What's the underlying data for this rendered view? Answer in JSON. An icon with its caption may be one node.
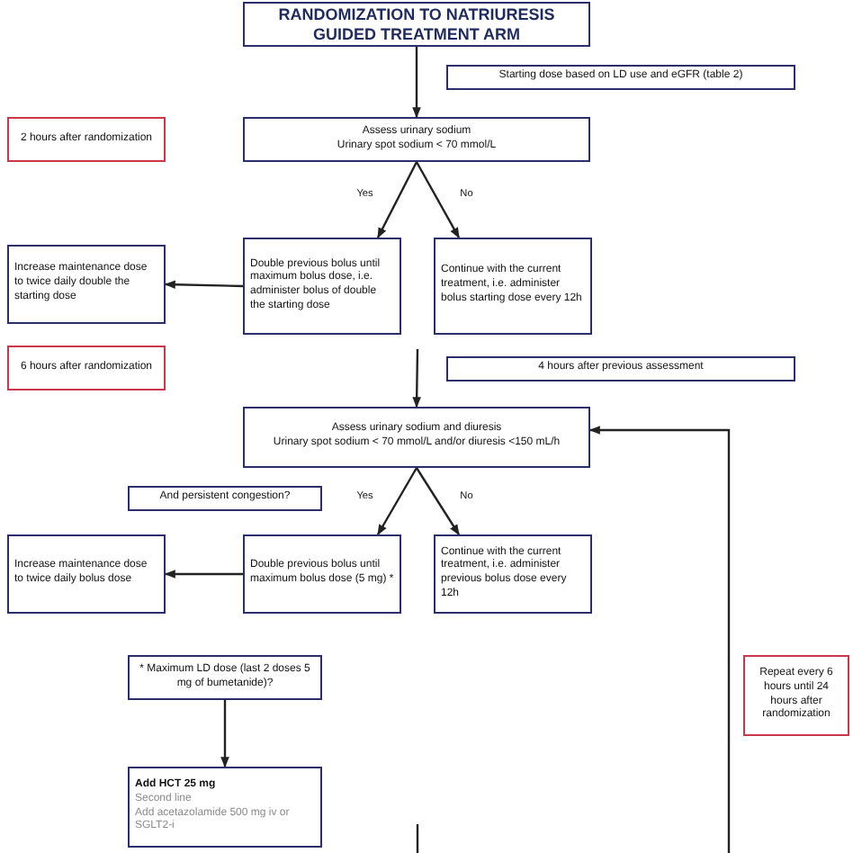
{
  "diagram": {
    "nodes": [
      {
        "text": [
          "RANDOMIZATION TO NATRIURESIS GUIDED TREATMENT ARM"
        ]
      },
      {
        "text": [
          "Starting dose based on LD use and eGFR (table 2)"
        ]
      },
      {
        "text": [
          "2 hours after randomization"
        ]
      },
      {
        "text": [
          "Assess urinary sodium",
          "Urinary spot sodium < 70 mmol/L"
        ]
      },
      {
        "text": [
          "Double previous bolus until maximum bolus dose, i.e. administer bolus of double the starting dose"
        ]
      },
      {
        "text": [
          "Continue with the current treatment, i.e. administer bolus starting dose every 12h"
        ]
      },
      {
        "text": [
          "Increase maintenance dose to twice daily double the starting dose"
        ]
      },
      {
        "text": [
          "6 hours after randomization"
        ]
      },
      {
        "text": [
          "4 hours after previous assessment"
        ]
      },
      {
        "text": [
          "Assess urinary sodium and diuresis",
          "Urinary spot sodium < 70 mmol/L and/or diuresis <150 mL/h"
        ]
      },
      {
        "text": [
          "And persistent congestion?"
        ]
      },
      {
        "text": [
          "Increase maintenance dose to twice daily bolus dose"
        ]
      },
      {
        "text": [
          "Double previous bolus until maximum bolus dose (5 mg) *"
        ]
      },
      {
        "text": [
          "Continue with the current treatment, i.e. administer previous bolus dose every 12h"
        ]
      },
      {
        "text": [
          "* Maximum LD dose (last 2 doses 5 mg of bumetanide)?"
        ]
      },
      {
        "text": [
          "Add HCT 25 mg",
          "Second line",
          "Add acetazolamide 500 mg iv or SGLT2-i"
        ]
      },
      {
        "text": [
          "Repeat every 6 hours until 24 hours after randomization"
        ]
      }
    ],
    "edges": [
      {
        "from": 0,
        "to": 3,
        "arrow": "to"
      },
      {
        "from": 3,
        "to": 4,
        "arrow": "to",
        "label": "Yes"
      },
      {
        "from": 3,
        "to": 5,
        "arrow": "to",
        "label": "No"
      },
      {
        "from": 4,
        "to": 6,
        "arrow": "to"
      },
      {
        "from": null,
        "to": 9,
        "arrow": "to"
      },
      {
        "from": 9,
        "to": 12,
        "arrow": "to",
        "label": "Yes"
      },
      {
        "from": 9,
        "to": 13,
        "arrow": "to",
        "label": "No"
      },
      {
        "from": 12,
        "to": 11,
        "arrow": "to"
      },
      {
        "from": 14,
        "to": 15,
        "arrow": "to"
      },
      {
        "from": null,
        "to": 9,
        "arrow": "to"
      }
    ]
  }
}
